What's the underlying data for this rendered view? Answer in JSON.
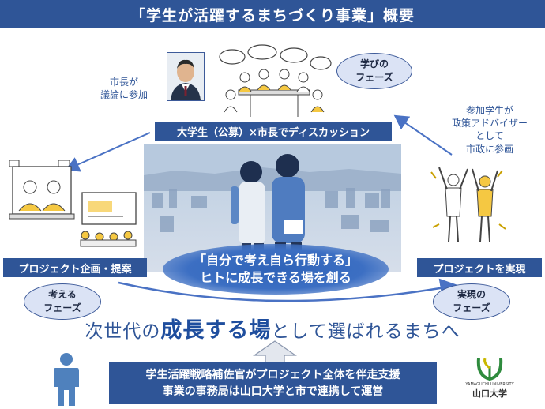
{
  "title": "「学生が活躍するまちづくり事業」概要",
  "discussion_label": "大学生（公募）×市長でディスカッション",
  "project_plan_label": "プロジェクト企画・提案",
  "project_realize_label": "プロジェクトを実現",
  "phases": {
    "learn": "学びの\nフェーズ",
    "think": "考える\nフェーズ",
    "realize": "実現の\nフェーズ"
  },
  "captions": {
    "mayor": "市長が\n議論に参加",
    "advisor": "参加学生が\n政策アドバイザー\nとして\n市政に参画"
  },
  "slogan": {
    "line1": "「自分で考え自ら行動する」",
    "line2": "ヒトに成長できる場を創る"
  },
  "headline": {
    "prefix": "次世代の",
    "emphasis": "成長する場",
    "suffix": "として選ばれるまちへ"
  },
  "support": {
    "line1": "学生活躍戦略補佐官がプロジェクト全体を伴走支援",
    "line2": "事業の事務局は山口大学と市で連携して運営"
  },
  "university": {
    "english": "YAMAGUCHI UNIVERSITY",
    "name": "山口大学"
  },
  "colors": {
    "primary": "#2f5597",
    "phase_fill": "#dbe3f5",
    "arrow": "#4a72c4",
    "logo_green": "#2e8b3d",
    "logo_yellow": "#c9b800"
  }
}
